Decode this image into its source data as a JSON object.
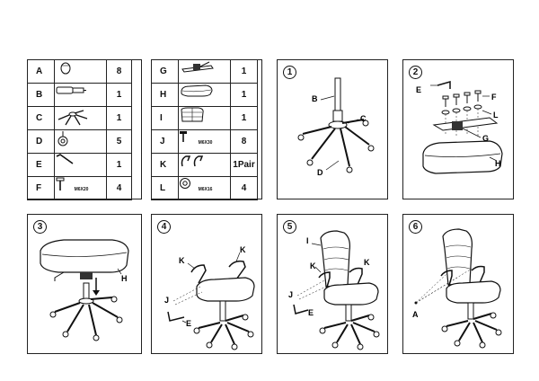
{
  "parts_left": [
    {
      "letter": "A",
      "icon": "caster-plug-icon",
      "spec": "",
      "qty": "8"
    },
    {
      "letter": "B",
      "icon": "gas-lift-icon",
      "spec": "",
      "qty": "1"
    },
    {
      "letter": "C",
      "icon": "star-base-icon",
      "spec": "",
      "qty": "1"
    },
    {
      "letter": "D",
      "icon": "caster-icon",
      "spec": "",
      "qty": "5"
    },
    {
      "letter": "E",
      "icon": "allen-key-icon",
      "spec": "",
      "qty": "1"
    },
    {
      "letter": "F",
      "icon": "bolt-icon",
      "spec": "M6X20",
      "qty": "4"
    }
  ],
  "parts_right": [
    {
      "letter": "G",
      "icon": "mechanism-icon",
      "spec": "",
      "qty": "1"
    },
    {
      "letter": "H",
      "icon": "seat-cushion-icon",
      "spec": "",
      "qty": "1"
    },
    {
      "letter": "I",
      "icon": "backrest-icon",
      "spec": "",
      "qty": "1"
    },
    {
      "letter": "J",
      "icon": "screw-icon",
      "spec": "M6X30",
      "qty": "8"
    },
    {
      "letter": "K",
      "icon": "armrest-pair-icon",
      "spec": "",
      "qty": "1Pair"
    },
    {
      "letter": "L",
      "icon": "washer-icon",
      "spec": "M6X16",
      "qty": "4"
    }
  ],
  "steps": [
    {
      "number": "1",
      "labels": {
        "b": "B",
        "c": "C",
        "d": "D"
      }
    },
    {
      "number": "2",
      "labels": {
        "e": "E",
        "f": "F",
        "l": "L",
        "g": "G",
        "h": "H"
      }
    },
    {
      "number": "3",
      "labels": {
        "h": "H"
      }
    },
    {
      "number": "4",
      "labels": {
        "k1": "K",
        "k2": "K",
        "j": "J",
        "e": "E"
      }
    },
    {
      "number": "5",
      "labels": {
        "i": "I",
        "k1": "K",
        "k2": "K",
        "j": "J",
        "e": "E"
      }
    },
    {
      "number": "6",
      "labels": {
        "a": "A"
      }
    }
  ]
}
